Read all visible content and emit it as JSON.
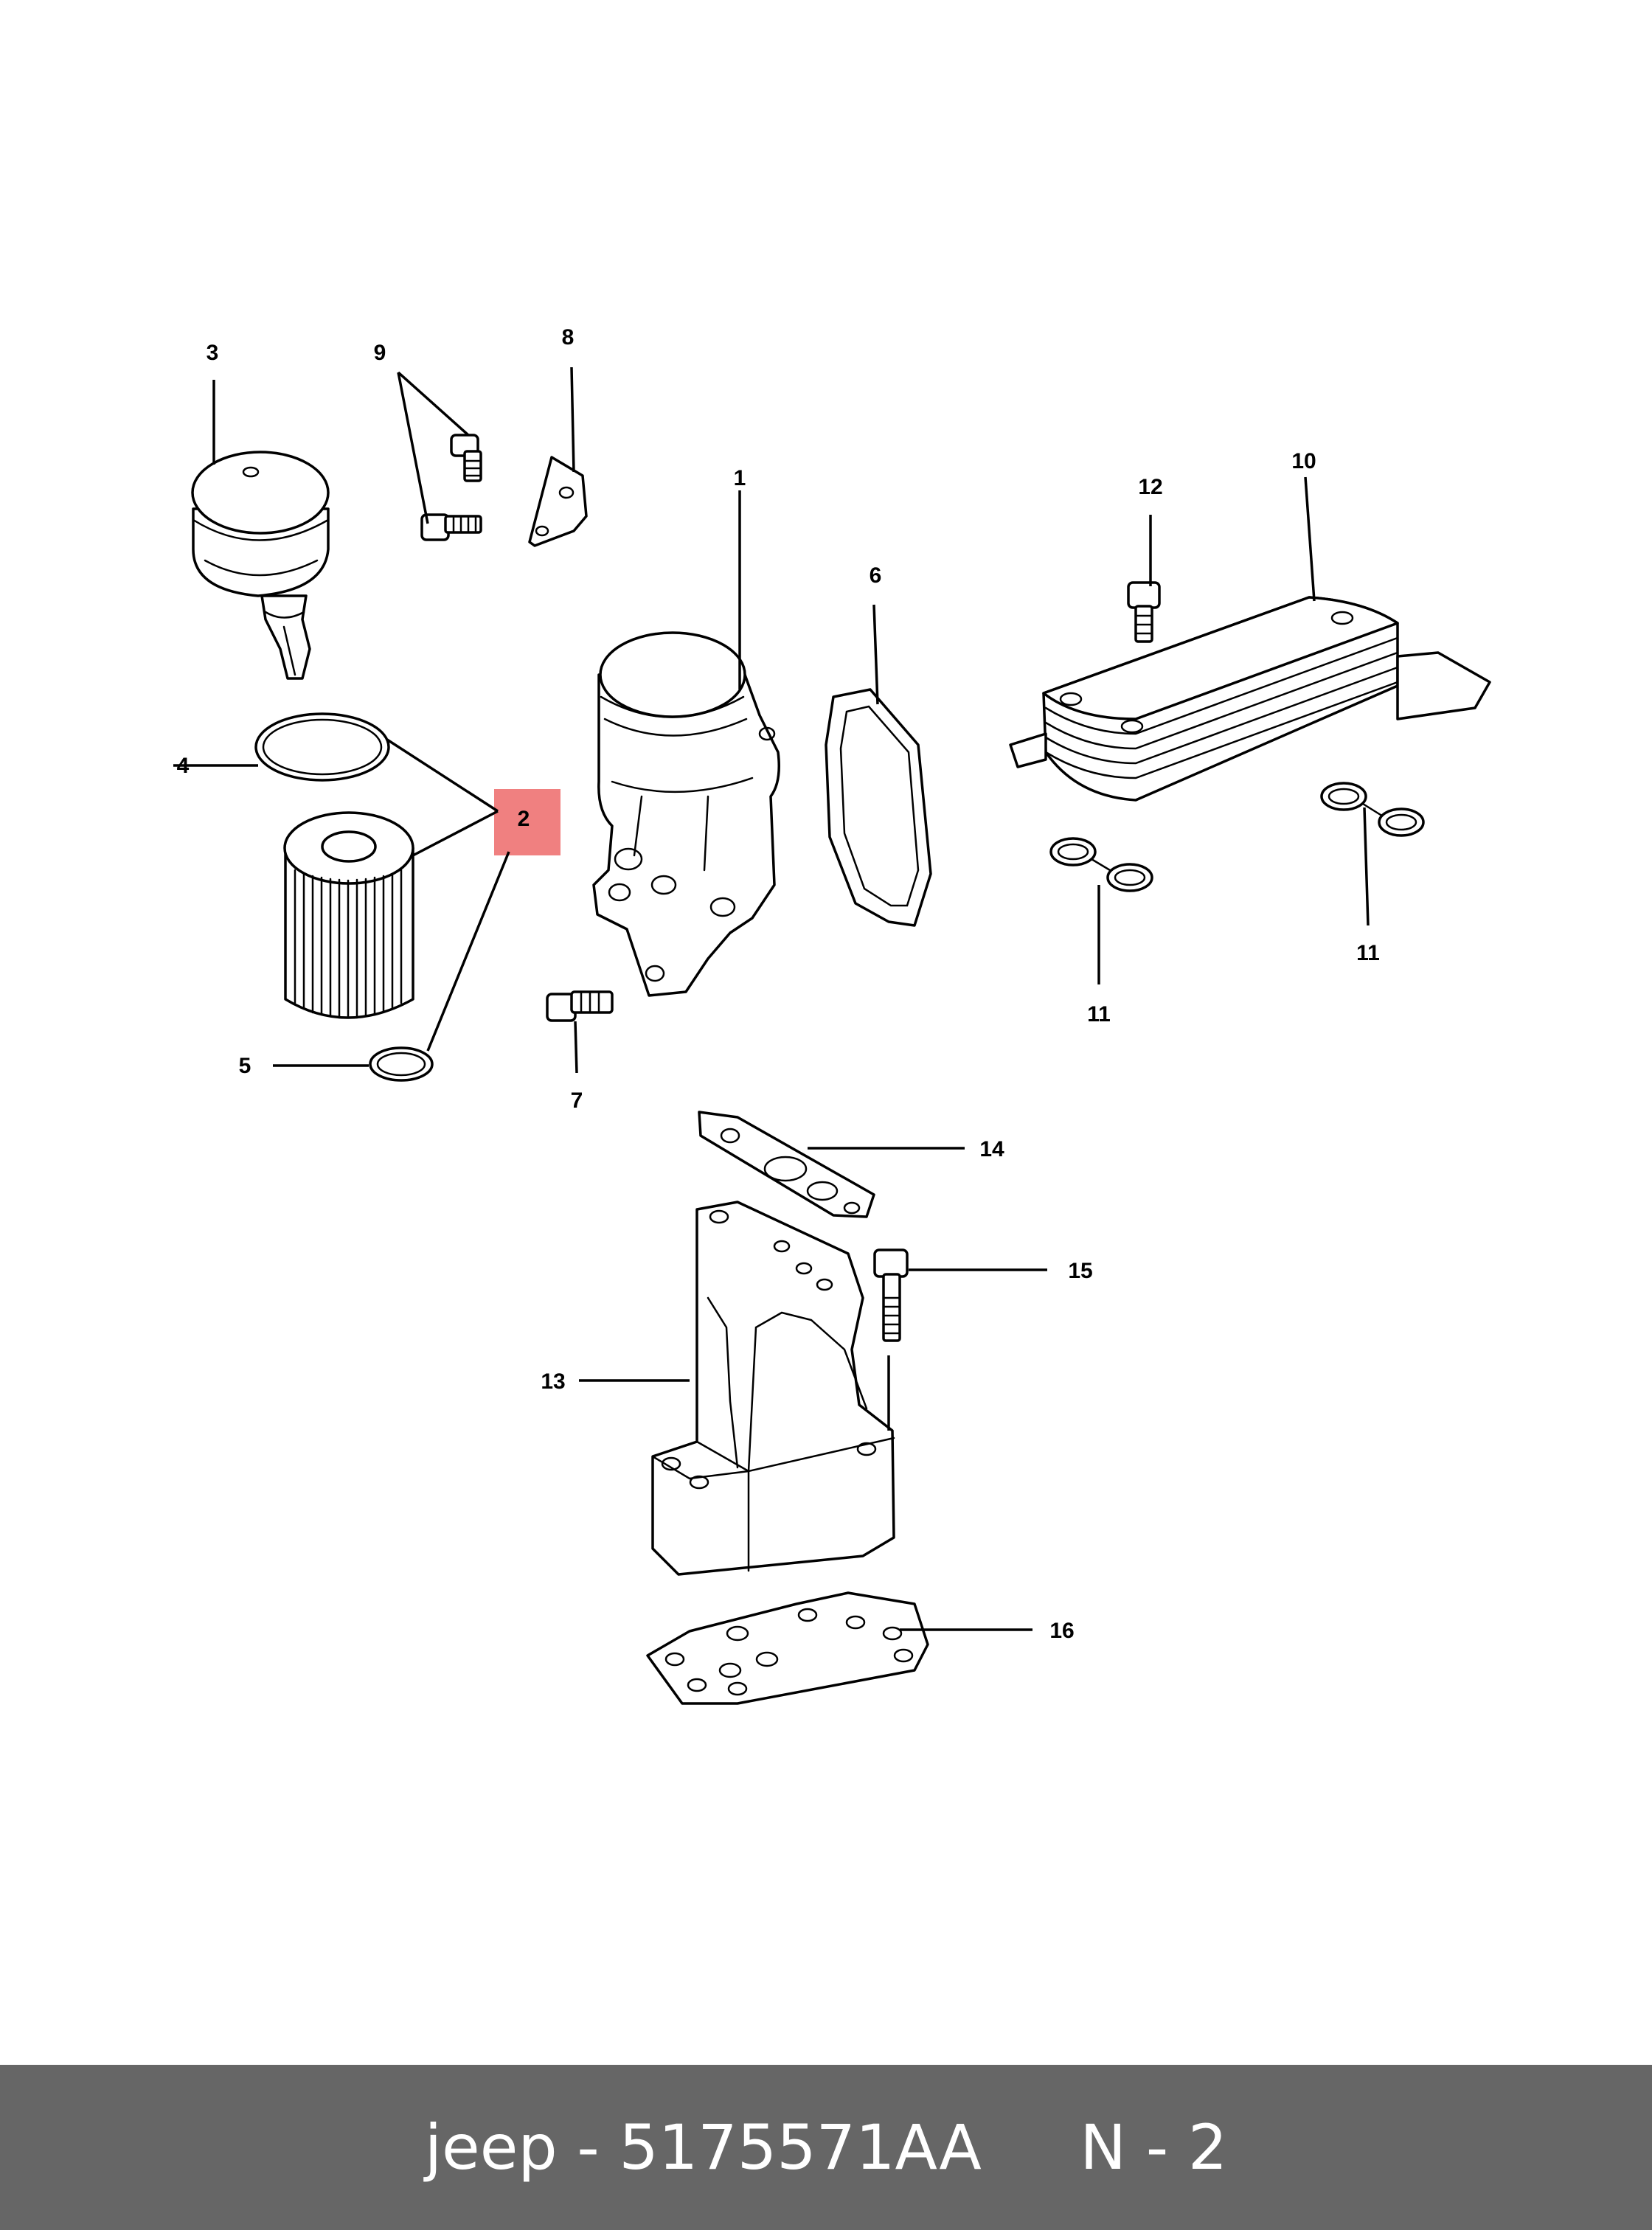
{
  "diagram": {
    "callouts": {
      "c1": "1",
      "c2": "2",
      "c3": "3",
      "c4": "4",
      "c5": "5",
      "c6": "6",
      "c7": "7",
      "c8": "8",
      "c9": "9",
      "c10": "10",
      "c11a": "11",
      "c11b": "11",
      "c12": "12",
      "c13": "13",
      "c14": "14",
      "c15": "15",
      "c16": "16"
    },
    "highlight_color": "#f08080"
  },
  "footer": {
    "text": "jeep - 5175571AA     N - 2",
    "background": "#666666",
    "color": "#ffffff"
  }
}
